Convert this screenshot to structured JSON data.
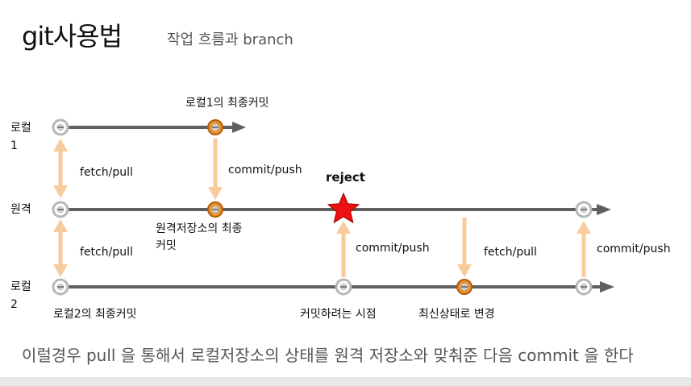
{
  "title": "git사용법",
  "subtitle": "작업 흐름과 branch",
  "rows": {
    "local1": [
      "로컬",
      "1"
    ],
    "remote": "원격",
    "local2": [
      "로컬",
      "2"
    ]
  },
  "labels": {
    "local1_final_commit": "로컬1의 최종커밋",
    "fetch_pull_1": "fetch/pull",
    "commit_push_1": "commit/push",
    "reject": "reject",
    "remote_final_commit": [
      "원격저장소의 최종",
      "커밋"
    ],
    "fetch_pull_2": "fetch/pull",
    "commit_push_2": "commit/push",
    "fetch_pull_3": "fetch/pull",
    "commit_push_3": "commit/push",
    "local2_final_commit": "로컬2의 최종커밋",
    "commit_attempt_point": "커밋하려는 시점",
    "update_to_latest": "최신상태로 변경"
  },
  "note": "이럴경우 pull 을 통해서 로컬저장소의 상태를 원격 저장소와 맞춰준 다음 commit 을 한다",
  "colors": {
    "line": "#5f5f5f",
    "arrow": "#f9cb9c",
    "orange": "#e69138",
    "gray_node": "#b7b7b7",
    "star": "#ee1111"
  }
}
